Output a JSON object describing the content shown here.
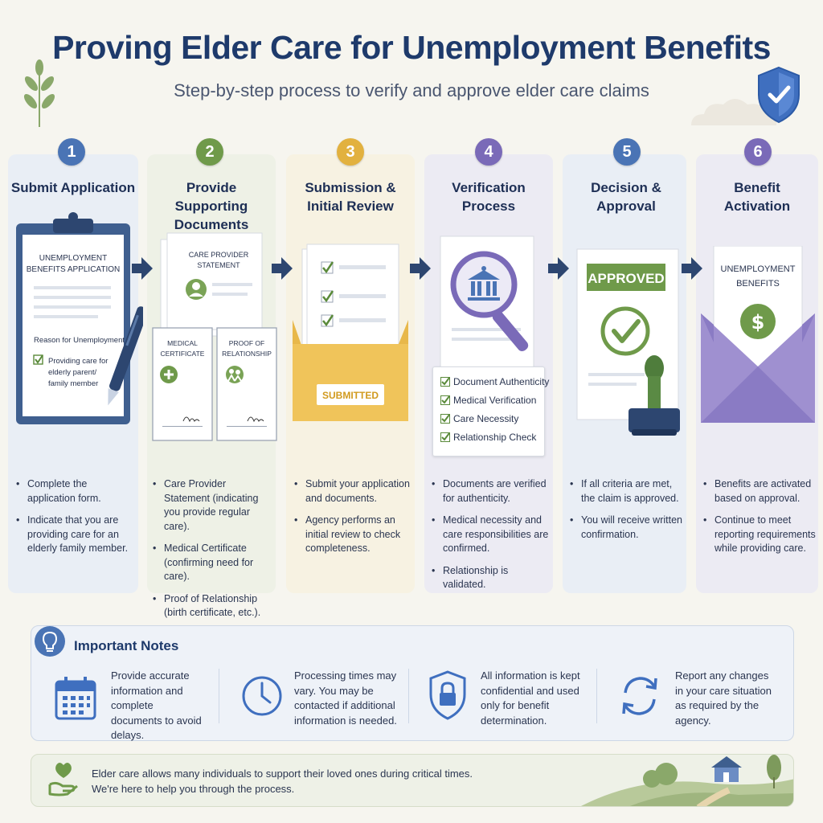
{
  "header": {
    "title": "Proving Elder Care for Unemployment Benefits",
    "subtitle": "Step-by-step process to verify and approve elder care claims"
  },
  "colors": {
    "navy": "#1e3a6b",
    "step1": "#4a74b5",
    "step2": "#6f9a4a",
    "step3": "#e2b13f",
    "step4": "#7a6ab8",
    "step5": "#4a74b5",
    "step6": "#7a6ab8"
  },
  "steps": [
    {
      "number": "1",
      "title": "Submit Application",
      "doc_title_1": "UNEMPLOYMENT",
      "doc_title_2": "BENEFITS APPLICATION",
      "reason_label": "Reason for Unemployment",
      "checkbox_label_1": "Providing care for",
      "checkbox_label_2": "elderly parent/",
      "checkbox_label_3": "family member",
      "bullets": [
        "Complete the application form.",
        "Indicate that you are providing care for an elderly family member."
      ]
    },
    {
      "number": "2",
      "title": "Provide Supporting Documents",
      "doc_care_1": "CARE PROVIDER",
      "doc_care_2": "STATEMENT",
      "doc_medical_1": "MEDICAL",
      "doc_medical_2": "CERTIFICATE",
      "doc_proof_1": "PROOF OF",
      "doc_proof_2": "RELATIONSHIP",
      "bullets": [
        "Care Provider Statement (indicating you provide regular care).",
        "Medical Certificate (confirming need for care).",
        "Proof of Relationship (birth certificate, etc.)."
      ]
    },
    {
      "number": "3",
      "title": "Submission & Initial Review",
      "stamp": "SUBMITTED",
      "bullets": [
        "Submit your application and documents.",
        "Agency performs an initial review to check completeness."
      ]
    },
    {
      "number": "4",
      "title": "Verification Process",
      "checks": [
        "Document Authenticity",
        "Medical Verification",
        "Care Necessity",
        "Relationship Check"
      ],
      "bullets": [
        "Documents are verified for authenticity.",
        "Medical necessity and care responsibilities are confirmed.",
        "Relationship is validated."
      ]
    },
    {
      "number": "5",
      "title": "Decision & Approval",
      "stamp": "APPROVED",
      "bullets": [
        "If all criteria are met, the claim is approved.",
        "You will receive written confirmation."
      ]
    },
    {
      "number": "6",
      "title": "Benefit Activation",
      "doc_1": "UNEMPLOYMENT",
      "doc_2": "BENEFITS",
      "bullets": [
        "Benefits are activated based on approval.",
        "Continue to meet reporting requirements while providing care."
      ]
    }
  ],
  "notes": {
    "title": "Important Notes",
    "items": [
      {
        "icon": "calendar-icon",
        "text": "Provide accurate information and complete documents to avoid delays."
      },
      {
        "icon": "clock-icon",
        "text": "Processing times may vary. You may be contacted if additional information is needed."
      },
      {
        "icon": "lock-shield-icon",
        "text": "All information is kept confidential and used only for benefit determination."
      },
      {
        "icon": "refresh-icon",
        "text": "Report any changes in your care situation as required by the agency."
      }
    ]
  },
  "footer": {
    "line1": "Elder care allows many individuals to support their loved ones during critical times.",
    "line2": "We're here to help you through the process."
  }
}
